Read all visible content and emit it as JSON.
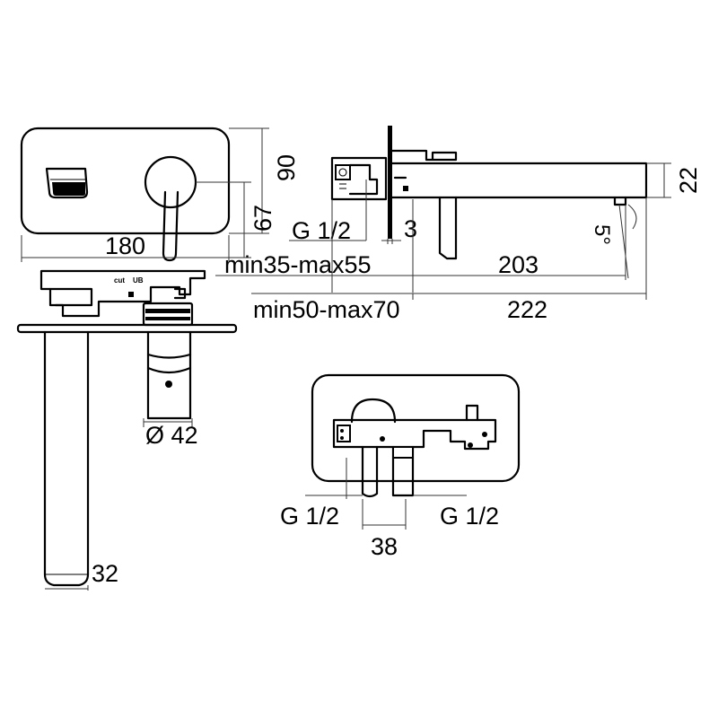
{
  "dimensions": {
    "width": "180",
    "height": "90",
    "lever_height": "67",
    "spout_height": "22",
    "inlet_thread": "G 1/2",
    "plate_thickness": "3",
    "wall_depth_short": "min35-max55",
    "spout_length": "203",
    "wall_depth_long": "min50-max70",
    "total_length": "222",
    "angle": "5°",
    "body_diameter": "Ø 42",
    "spout_width": "32",
    "inlet_left": "G 1/2",
    "inlet_right": "G 1/2",
    "inlet_spacing": "38"
  },
  "body_markings": {
    "mark_left": "cut",
    "mark_right": "UB"
  },
  "colors": {
    "line": "#000000",
    "dimension": "#333333",
    "background": "#ffffff"
  }
}
